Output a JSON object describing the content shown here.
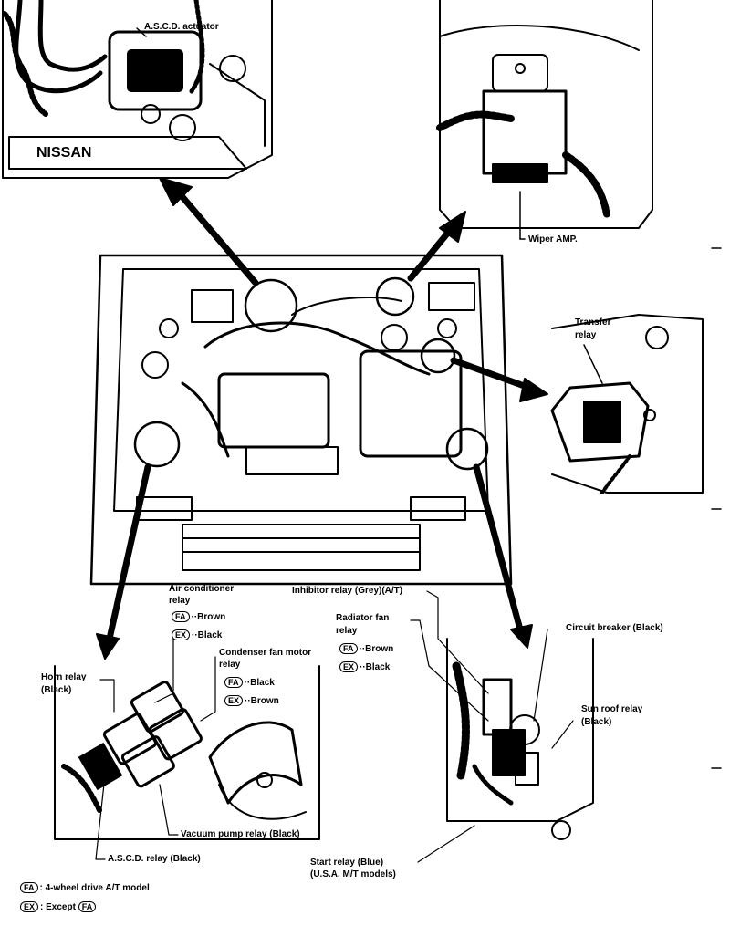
{
  "diagram": {
    "labels": {
      "ascd_actuator": "A.S.C.D. actuator",
      "wiper_amp": "Wiper AMP.",
      "transfer_relay_line1": "Transfer",
      "transfer_relay_line2": "relay",
      "ac_relay_line1": "Air conditioner",
      "ac_relay_line2": "relay",
      "ac_relay_fa": "··Brown",
      "ac_relay_ex": "··Black",
      "inhibitor_relay": "Inhibitor relay (Grey)(A/T)",
      "radiator_fan_line1": "Radiator fan",
      "radiator_fan_line2": "relay",
      "radiator_fan_fa": "··Brown",
      "radiator_fan_ex": "··Black",
      "condenser_fan_line1": "Condenser fan motor",
      "condenser_fan_line2": "relay",
      "condenser_fan_fa": "··Black",
      "condenser_fan_ex": "··Brown",
      "horn_relay_line1": "Horn relay",
      "horn_relay_line2": "(Black)",
      "circuit_breaker": "Circuit breaker (Black)",
      "sun_roof_line1": "Sun roof relay",
      "sun_roof_line2": "(Black)",
      "vacuum_pump_relay": "Vacuum pump relay (Black)",
      "ascd_relay": "A.S.C.D. relay (Black)",
      "start_relay_line1": "Start relay (Blue)",
      "start_relay_line2": "(U.S.A. M/T models)",
      "engine_badge": "NISSAN"
    },
    "legend": {
      "fa_code": "FA",
      "ex_code": "EX",
      "fa_text": ":  4-wheel drive A/T model",
      "ex_text": ":  Except",
      "ex_ref_code": "FA"
    }
  }
}
